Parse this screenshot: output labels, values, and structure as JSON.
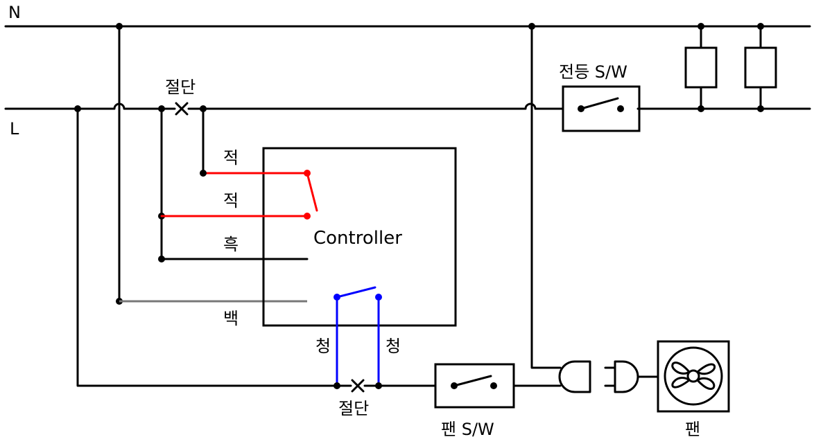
{
  "diagram": {
    "line_n_label": "N",
    "line_l_label": "L",
    "cut_top_label": "절단",
    "cut_bottom_label": "절단",
    "wire_red_1": "적",
    "wire_red_2": "적",
    "wire_black": "흑",
    "wire_white": "백",
    "wire_blue_left": "청",
    "wire_blue_right": "청",
    "controller_label": "Controller",
    "light_switch_label": "전등 S/W",
    "fan_switch_label": "팬 S/W",
    "fan_label": "팬"
  },
  "colors": {
    "red_wire": "#ff0000",
    "blue_wire": "#0000ff",
    "white_wire": "#777777",
    "black_wire": "#000000"
  }
}
